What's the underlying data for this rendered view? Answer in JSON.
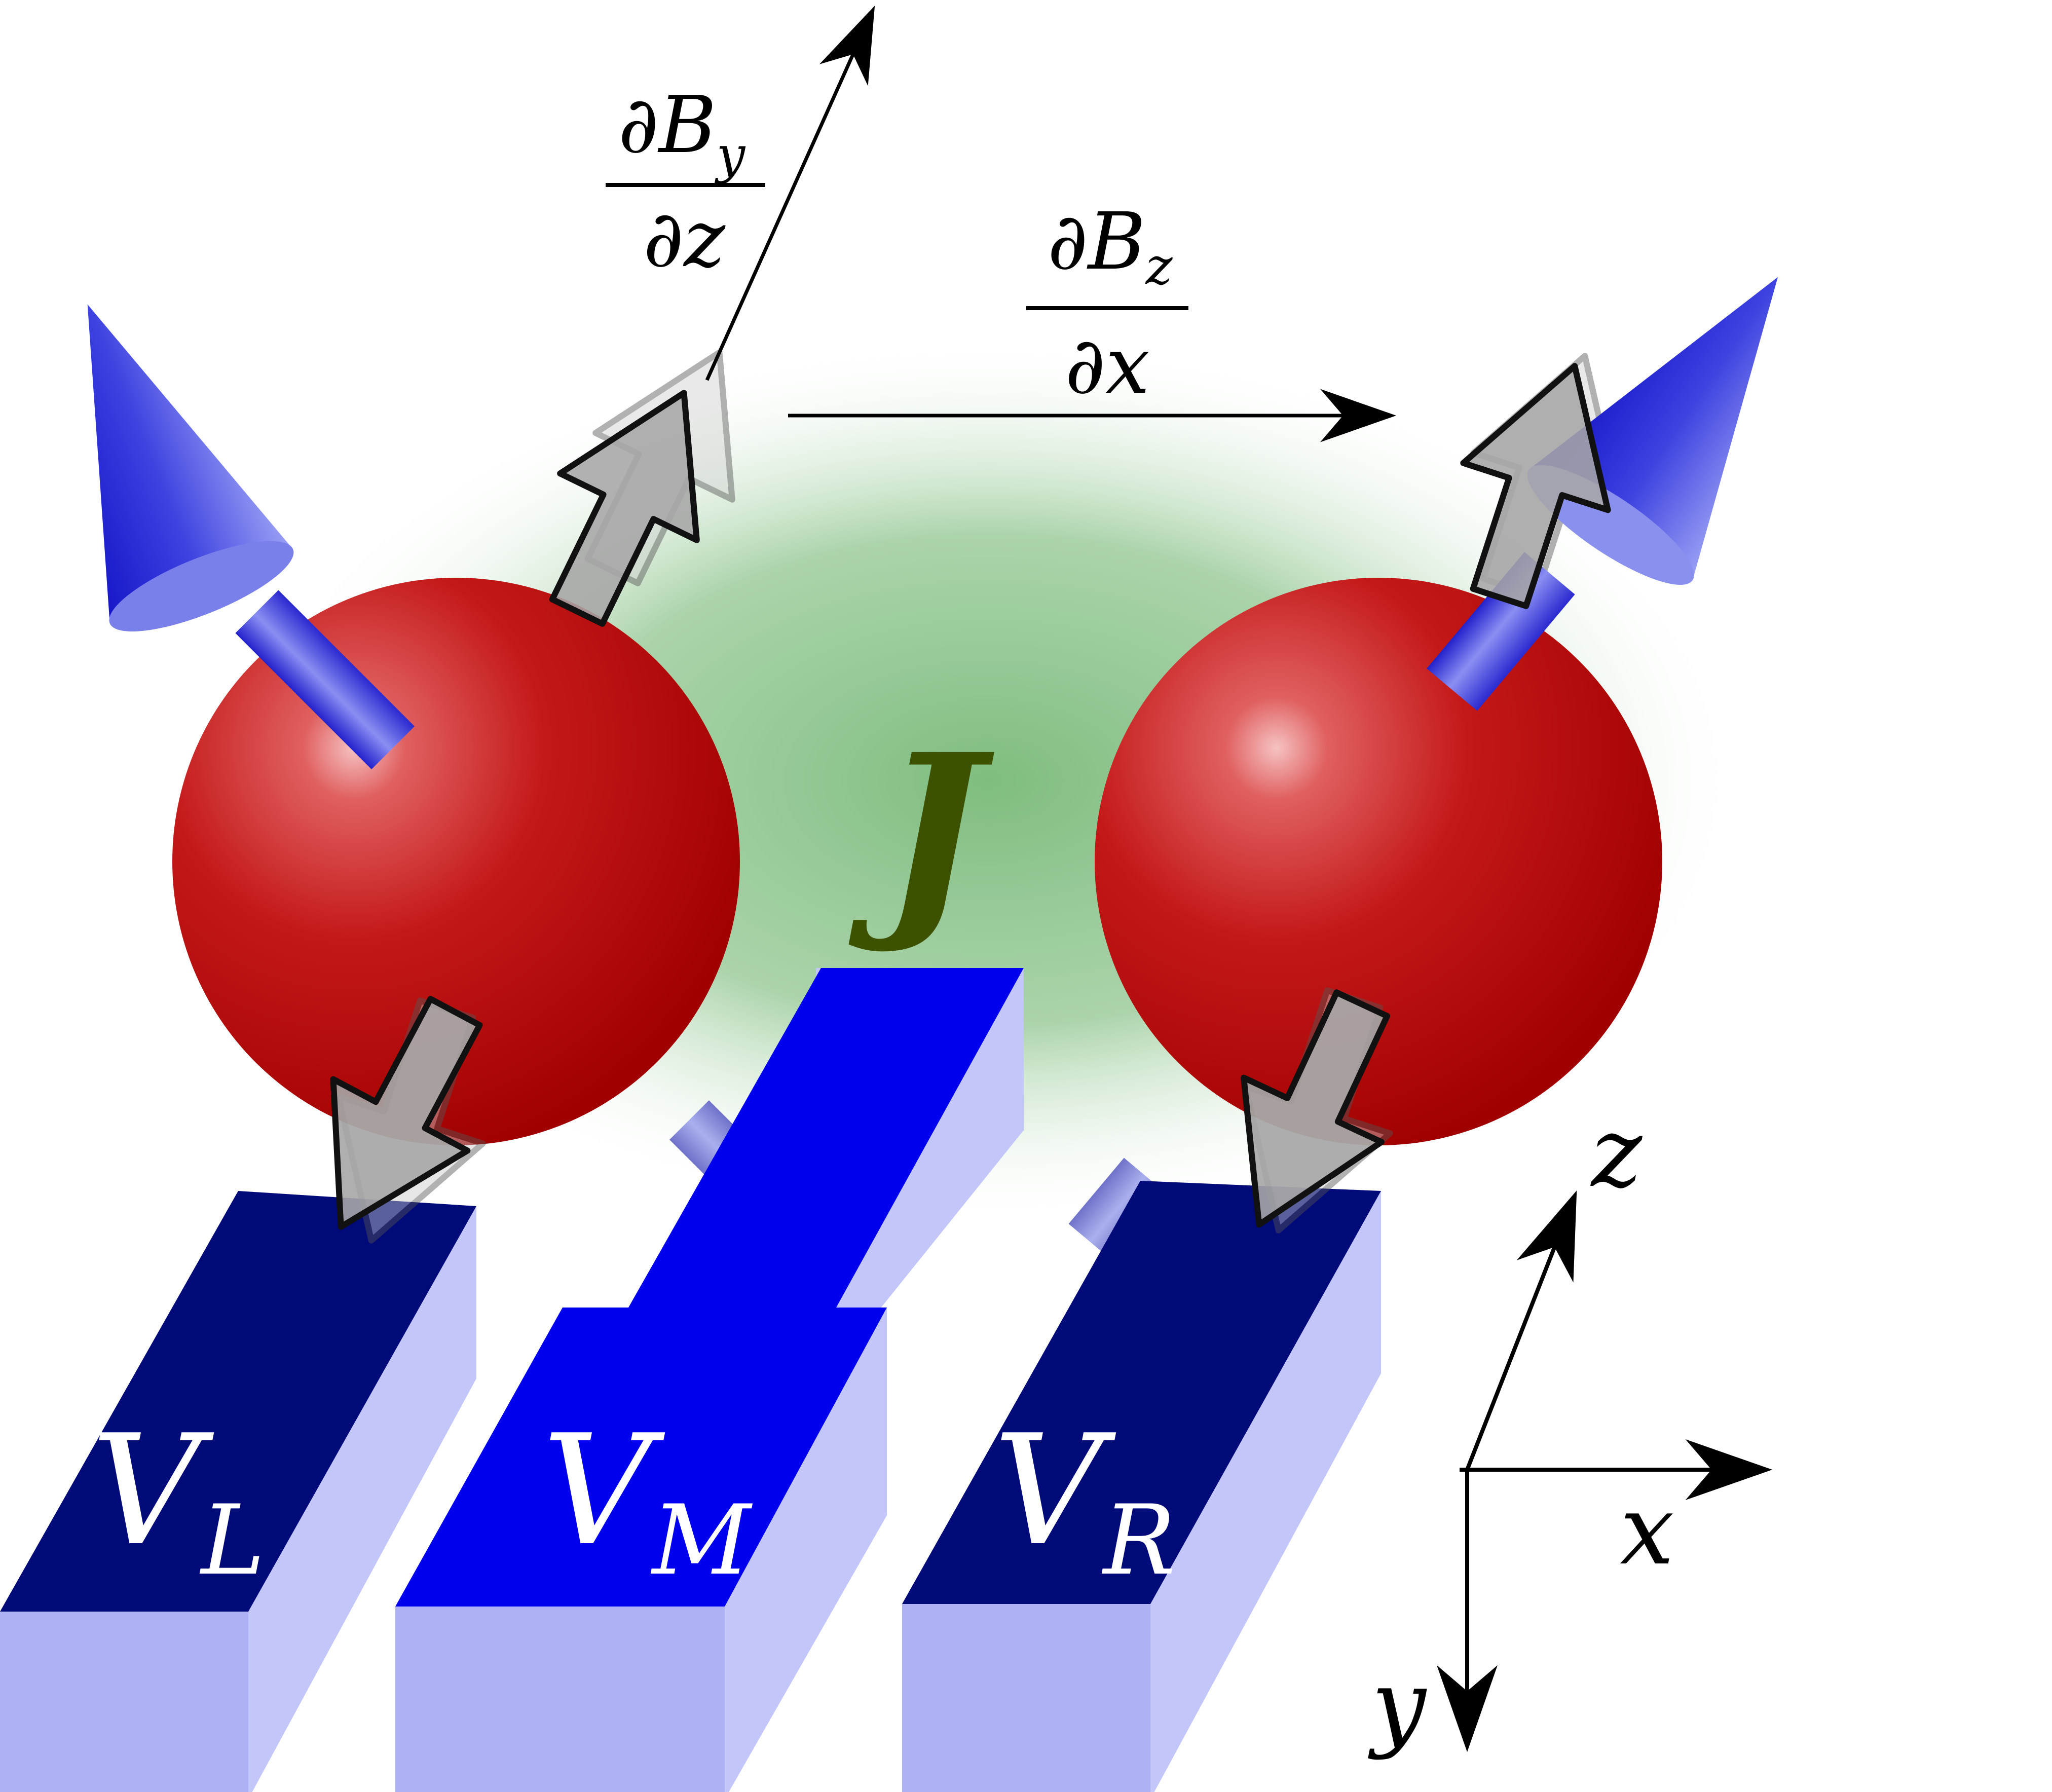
{
  "labels": {
    "grad_y": {
      "partial": "∂",
      "num_var": "B",
      "num_sub": "y",
      "den_var": "z"
    },
    "grad_z": {
      "partial": "∂",
      "num_var": "B",
      "num_sub": "z",
      "den_var": "x"
    },
    "exchange": "J",
    "gate_left": {
      "var": "V",
      "sub": "L"
    },
    "gate_middle": {
      "var": "V",
      "sub": "M"
    },
    "gate_right": {
      "var": "V",
      "sub": "R"
    },
    "axes": {
      "x": "x",
      "y": "y",
      "z": "z"
    }
  },
  "colors": {
    "dot_red": "#b00000",
    "dot_highlight": "#f4a0a0",
    "spin_blue": "#1a1acc",
    "gate_dark": "#000a78",
    "gate_bright": "#0000ee",
    "gate_side": "#b6b9f6",
    "exchange_text": "#3d5200",
    "exchange_glow": "#8cc38c",
    "arrow_gray": "#a6a6a6"
  },
  "icons": {
    "spin": "cone-arrow-icon",
    "field": "block-arrow-icon",
    "gate": "electrode-block-icon"
  }
}
